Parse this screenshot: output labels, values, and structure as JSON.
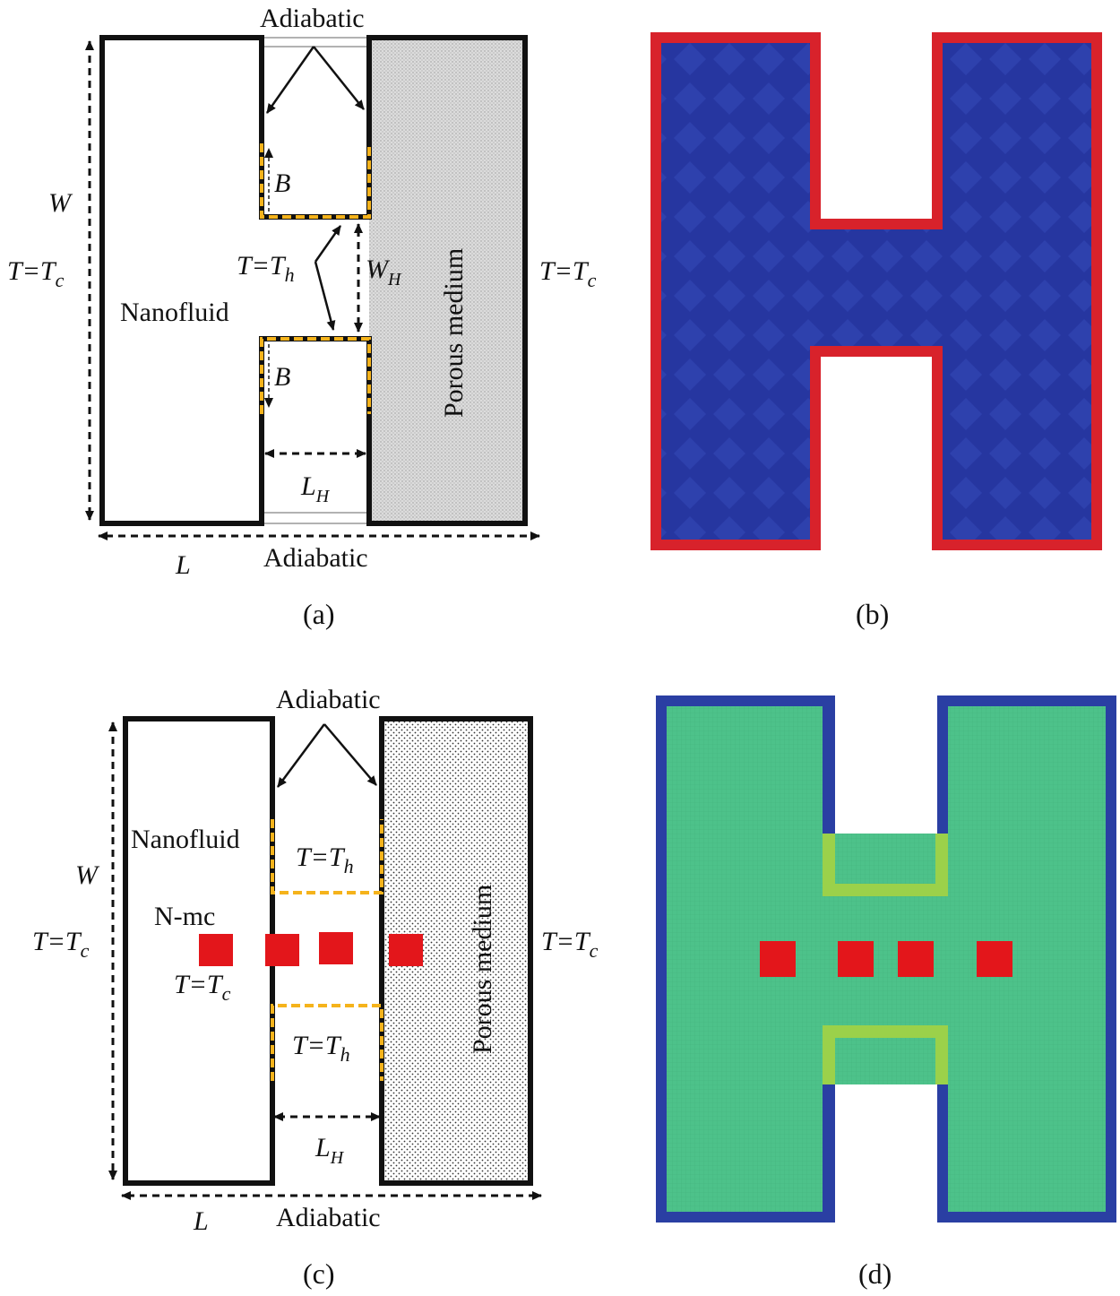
{
  "panels": {
    "a": {
      "caption": "(a)",
      "adiabatic_top": "Adiabatic",
      "adiabatic_bottom": "Adiabatic",
      "nanofluid": "Nanofluid",
      "porous": "Porous medium",
      "w": "W",
      "l": "L",
      "b_upper": "B",
      "b_lower": "B",
      "tc_left": "T=T",
      "tc_left_sub": "c",
      "tc_right": "T=T",
      "tc_right_sub": "c",
      "th": "T=T",
      "th_sub": "h",
      "wh": "W",
      "wh_sub": "H",
      "lh": "L",
      "lh_sub": "H"
    },
    "b": {
      "caption": "(b)"
    },
    "c": {
      "caption": "(c)",
      "adiabatic_top": "Adiabatic",
      "adiabatic_bottom": "Adiabatic",
      "nanofluid": "Nanofluid",
      "porous": "Porous medium",
      "nmc": "N-mc",
      "w": "W",
      "l": "L",
      "tc_left": "T=T",
      "tc_left_sub": "c",
      "tc_right": "T=T",
      "tc_right_sub": "c",
      "tc_block": "T=T",
      "tc_block_sub": "c",
      "th_upper": "T=T",
      "th_upper_sub": "h",
      "th_lower": "T=T",
      "th_lower_sub": "h",
      "lh": "L",
      "lh_sub": "H"
    },
    "d": {
      "caption": "(d)"
    }
  },
  "colors": {
    "heated_wall": "#f5b31b",
    "mesh_b_fill": "#2636a0",
    "mesh_b_edge": "#d8222b",
    "mesh_d_fill": "#4dc28a",
    "mesh_d_edge": "#2a3fa3",
    "mesh_d_heat": "#9bd14a",
    "block": "#e3161b"
  }
}
